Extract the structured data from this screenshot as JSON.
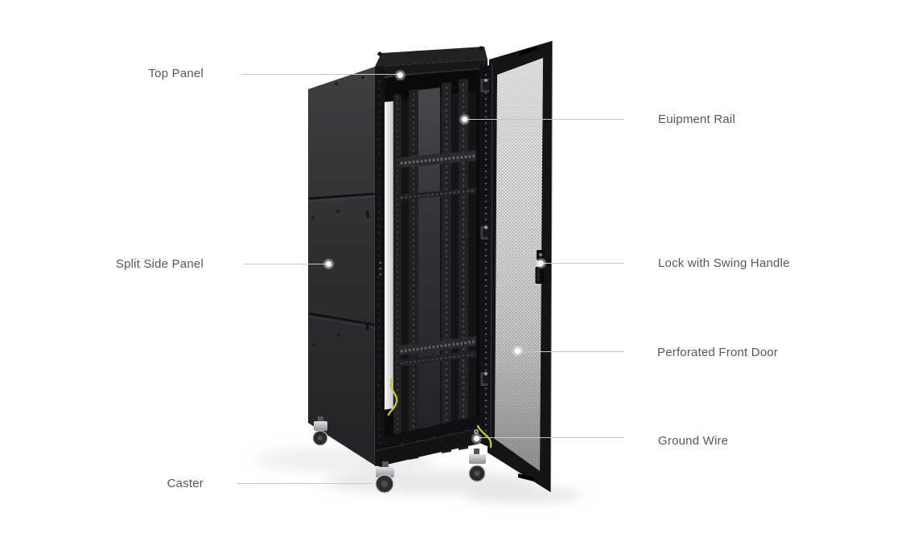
{
  "labels": [
    {
      "id": "top-panel",
      "text": "Top Panel",
      "side": "left"
    },
    {
      "id": "equipment-rail",
      "text": "Euipment Rail",
      "side": "right"
    },
    {
      "id": "split-side-panel",
      "text": "Split Side Panel",
      "side": "left"
    },
    {
      "id": "lock-with-swing-handle",
      "text": "Lock with Swing Handle",
      "side": "right"
    },
    {
      "id": "perforated-front-door",
      "text": "Perforated Front Door",
      "side": "right"
    },
    {
      "id": "ground-wire",
      "text": "Ground Wire",
      "side": "right"
    },
    {
      "id": "caster",
      "text": "Caster",
      "side": "left"
    }
  ],
  "colors": {
    "background": "#ffffff",
    "label_text": "#57585b",
    "callout_line": "#c7c7c9",
    "callout_dot": "#ffffff",
    "cabinet_frame": "#141416",
    "side_panel": "#2f2f32",
    "door_mesh": "#d9d9db",
    "ground_wire": "#c3cc2f",
    "caster_chrome": "#b5b5b9"
  }
}
